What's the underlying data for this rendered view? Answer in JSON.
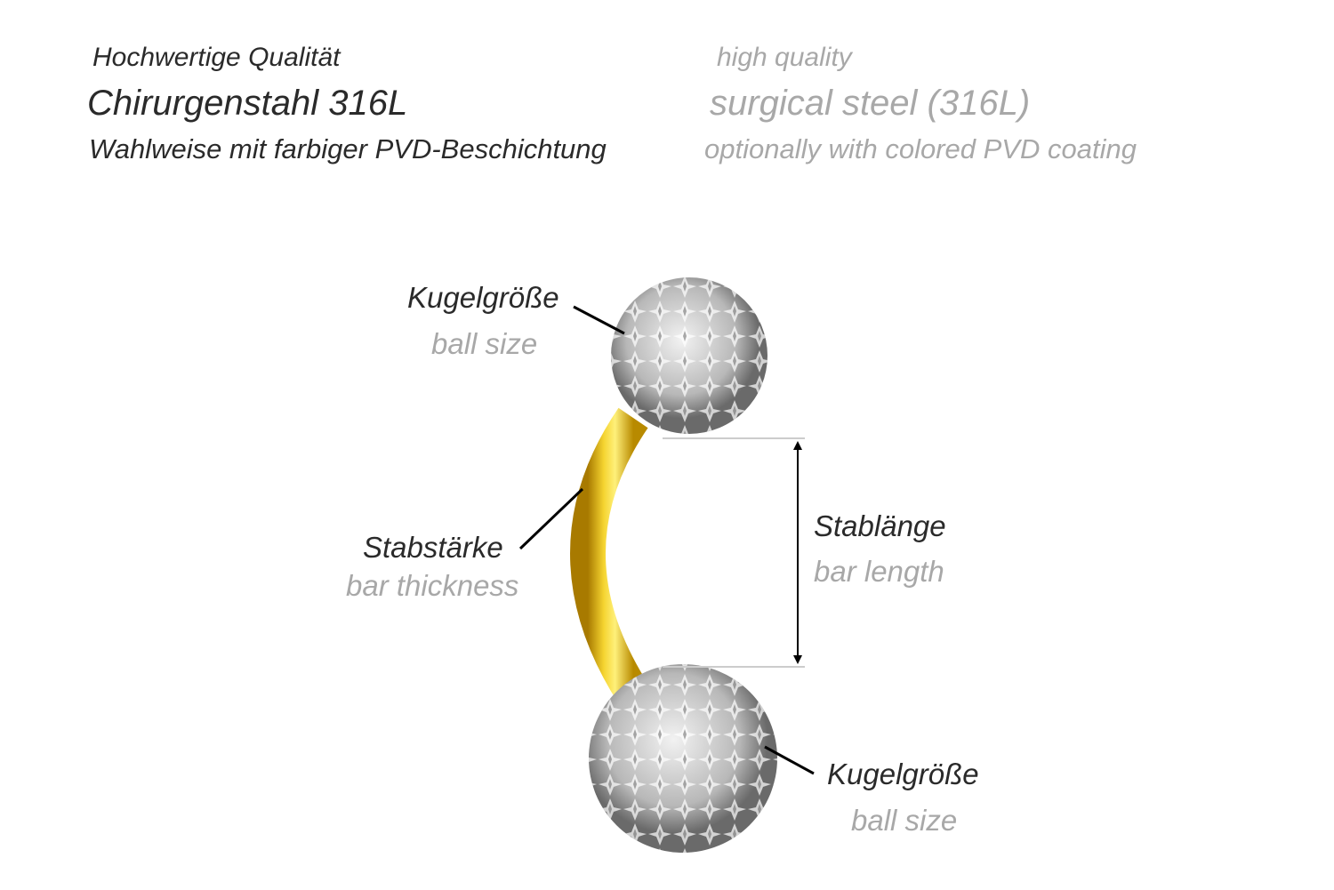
{
  "header": {
    "de": [
      "Hochwertige Qualität",
      "Chirurgenstahl 316L",
      "Wahlweise mit farbiger PVD-Beschichtung"
    ],
    "en": [
      "high quality",
      "surgical steel (316L)",
      "optionally with colored PVD coating"
    ]
  },
  "labels": {
    "ball_top": {
      "de": "Kugelgröße",
      "en": "ball size"
    },
    "thickness": {
      "de": "Stabstärke",
      "en": "bar thickness"
    },
    "length": {
      "de": "Stablänge",
      "en": "bar length"
    },
    "ball_bottom": {
      "de": "Kugelgröße",
      "en": "ball size"
    }
  },
  "colors": {
    "gold": "#e0b400",
    "crystal": "#bfbfbf"
  }
}
